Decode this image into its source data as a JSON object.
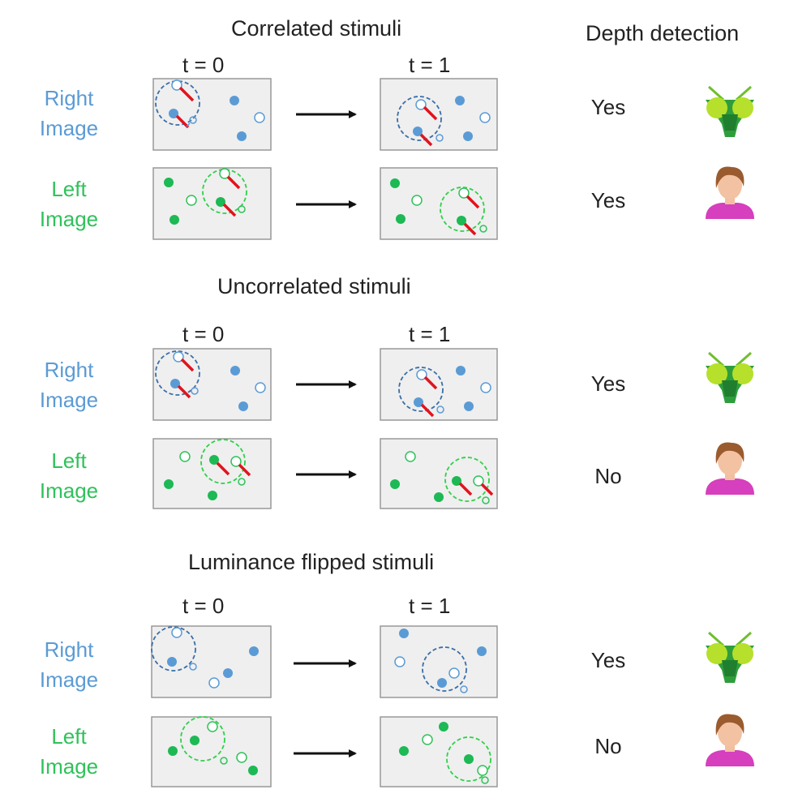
{
  "header": {
    "depth_detection": "Depth detection"
  },
  "panels": [
    {
      "title": "Correlated stimuli",
      "t0": "t = 0",
      "t1": "t = 1",
      "rows": [
        {
          "label_line1": "Right",
          "label_line2": "Image",
          "answer": "Yes",
          "observer": "mantis-icon"
        },
        {
          "label_line1": "Left",
          "label_line2": "Image",
          "answer": "Yes",
          "observer": "human-icon"
        }
      ]
    },
    {
      "title": "Uncorrelated stimuli",
      "t0": "t = 0",
      "t1": "t = 1",
      "rows": [
        {
          "label_line1": "Right",
          "label_line2": "Image",
          "answer": "Yes",
          "observer": "mantis-icon"
        },
        {
          "label_line1": "Left",
          "label_line2": "Image",
          "answer": "No",
          "observer": "human-icon"
        }
      ]
    },
    {
      "title": "Luminance flipped stimuli",
      "t0": "t = 0",
      "t1": "t = 1",
      "rows": [
        {
          "label_line1": "Right",
          "label_line2": "Image",
          "answer": "Yes",
          "observer": "mantis-icon"
        },
        {
          "label_line1": "Left",
          "label_line2": "Image",
          "answer": "No",
          "observer": "human-icon"
        }
      ]
    }
  ],
  "colors": {
    "right_eye": "#5b9bd5",
    "left_eye": "#1db954",
    "motion_arrow": "#e0141e",
    "box_fill": "#efefef",
    "box_stroke": "#999999"
  }
}
